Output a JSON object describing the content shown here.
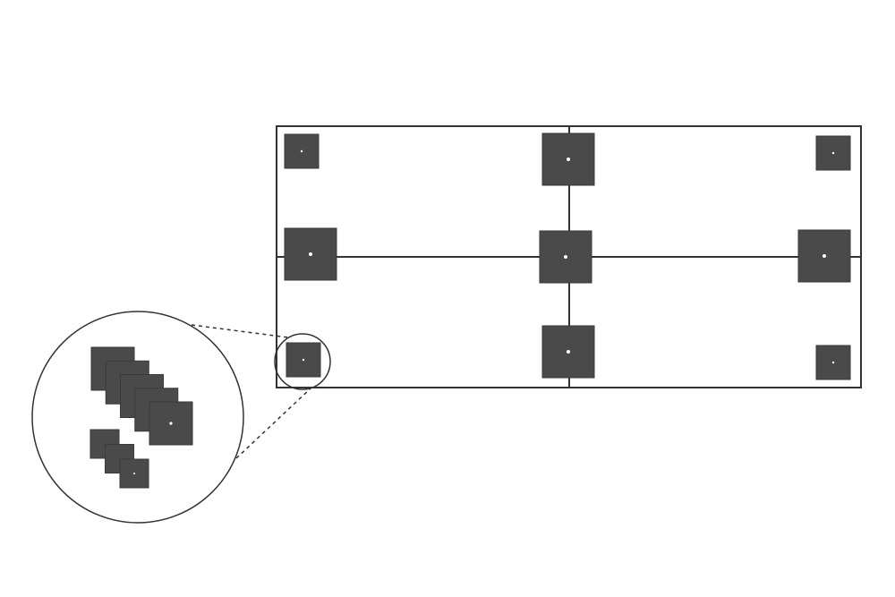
{
  "colors": {
    "background": "#ffffff",
    "line": "#333333",
    "marker_fill": "#4a4a4a",
    "marker_stroke": "#3a3a3a",
    "center_dot": "#ffffff"
  },
  "diagram": {
    "grid": {
      "columns": 2,
      "rows": 2
    },
    "markers": [
      {
        "id": "top-left",
        "size": "small"
      },
      {
        "id": "top-center",
        "size": "large"
      },
      {
        "id": "top-right",
        "size": "small"
      },
      {
        "id": "middle-left",
        "size": "large"
      },
      {
        "id": "middle-center",
        "size": "large"
      },
      {
        "id": "middle-right",
        "size": "large"
      },
      {
        "id": "bottom-left",
        "size": "small",
        "highlighted": true
      },
      {
        "id": "bottom-center",
        "size": "large"
      },
      {
        "id": "bottom-right",
        "size": "small"
      }
    ],
    "inset": {
      "kind": "zoom-detail",
      "large_stack_count": 5,
      "small_stack_count": 3
    }
  }
}
